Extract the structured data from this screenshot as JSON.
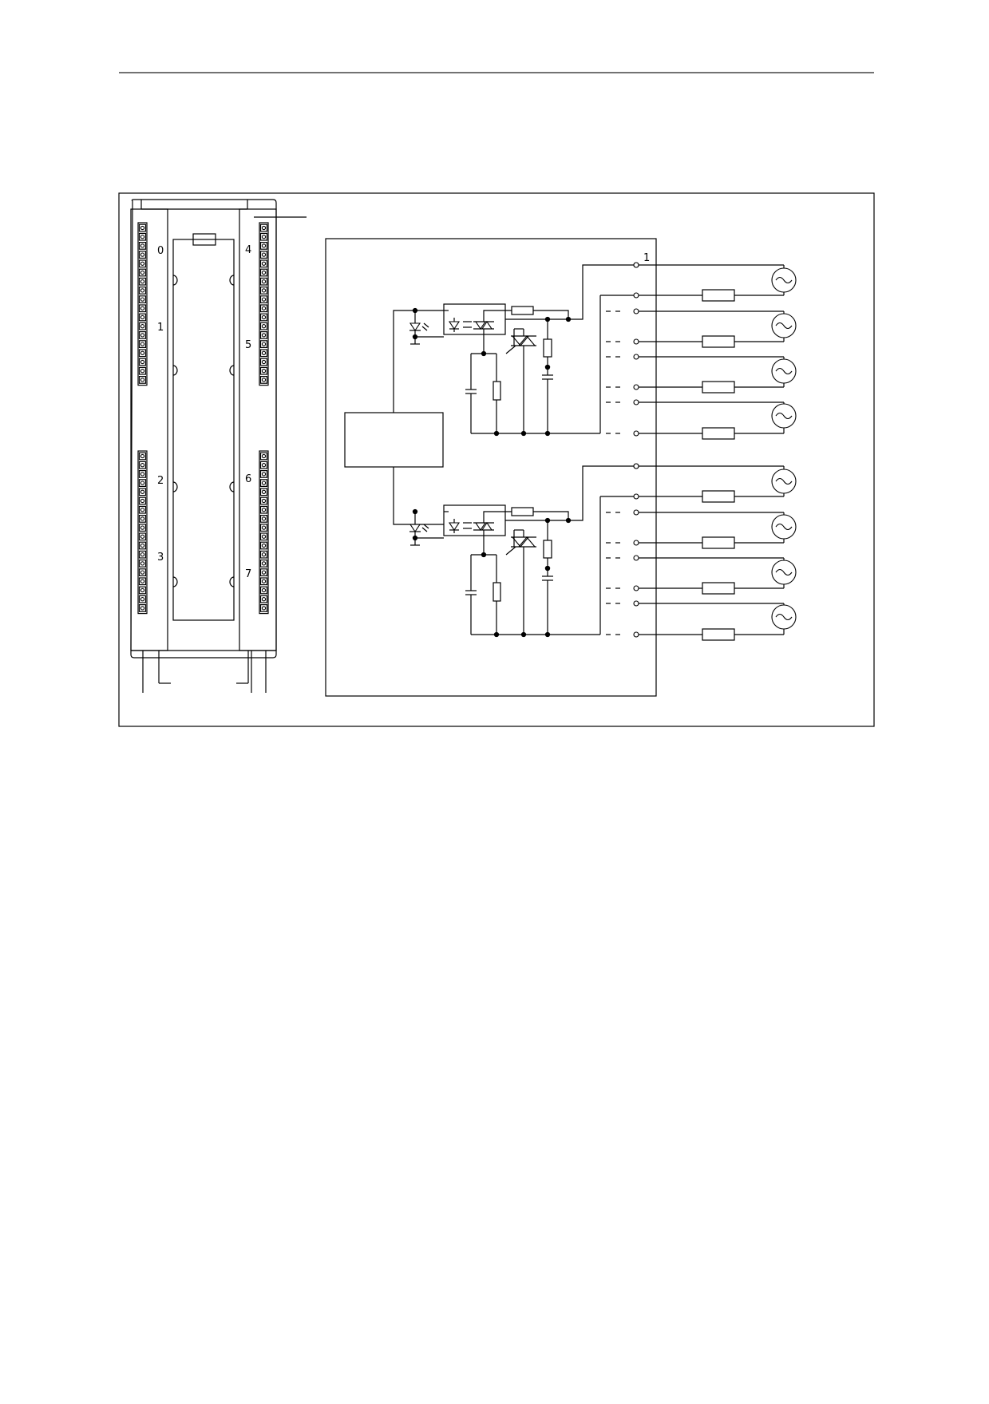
{
  "module_labels": {
    "left_byte_0": "0",
    "left_byte_1": "1",
    "left_byte_2": "2",
    "left_byte_3": "3",
    "right_byte_4": "4",
    "right_byte_5": "5",
    "right_byte_6": "6",
    "right_byte_7": "7"
  },
  "circuit": {
    "terminal_1_label": "1"
  },
  "colors": {
    "line": "#000000",
    "background": "#ffffff"
  }
}
